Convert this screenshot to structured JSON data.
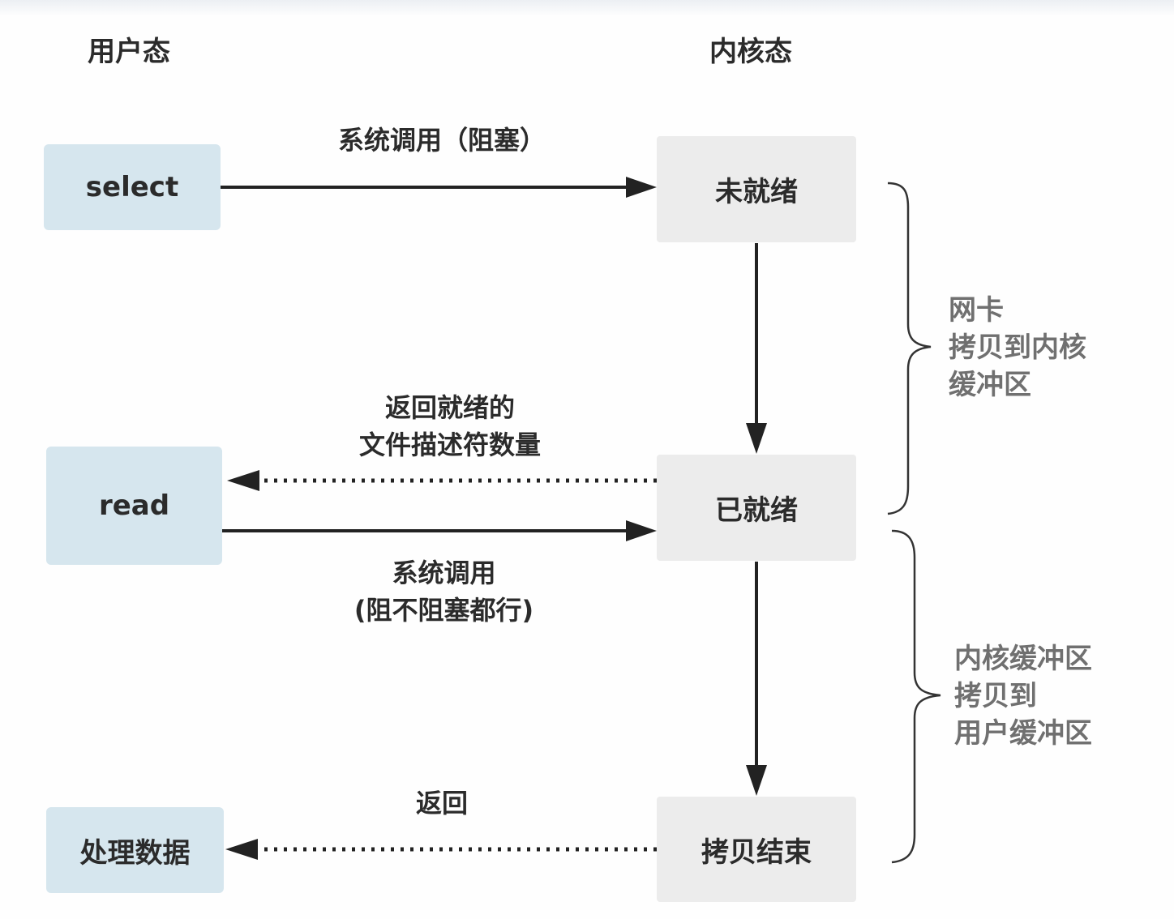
{
  "headings": {
    "user_space": "用户态",
    "kernel_space": "内核态"
  },
  "user_boxes": {
    "select": "select",
    "read": "read",
    "process": "处理数据"
  },
  "kernel_boxes": {
    "not_ready": "未就绪",
    "ready": "已就绪",
    "copy_done": "拷贝结束"
  },
  "edge_labels": {
    "syscall_blocking": "系统调用（阻塞）",
    "return_ready_line1": "返回就绪的",
    "return_ready_line2": "文件描述符数量",
    "syscall_read_line1": "系统调用",
    "syscall_read_line2": "(阻不阻塞都行)",
    "return": "返回"
  },
  "brace_notes": {
    "nic_line1": "网卡",
    "nic_line2": "拷贝到内核",
    "nic_line3": "缓冲区",
    "kernel_line1": "内核缓冲区",
    "kernel_line2": "拷贝到",
    "kernel_line3": "用户缓冲区"
  },
  "colors": {
    "user_box": "#d6e6ee",
    "kernel_box": "#ececec",
    "arrow": "#222222",
    "note_text": "#707070",
    "brace": "#333333"
  }
}
